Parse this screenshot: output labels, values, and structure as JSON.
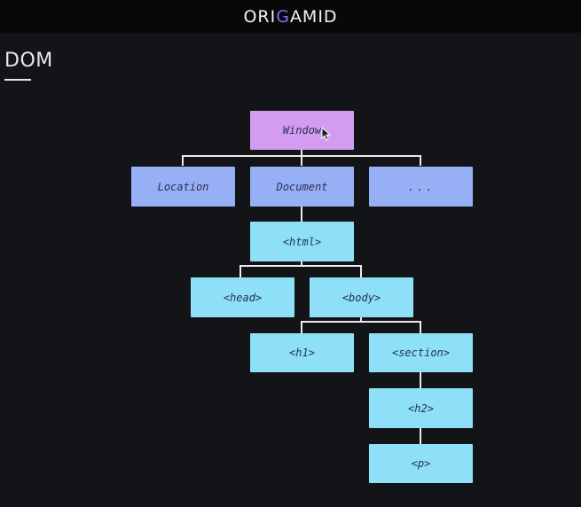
{
  "brand": {
    "logo_left": "ORI",
    "logo_accent": "G",
    "logo_right": "AMID",
    "accent_color": "#8b6cf0"
  },
  "heading": "DOM",
  "tree": {
    "window": "Window",
    "location": "Location",
    "document": "Document",
    "more": "...",
    "html": "<html>",
    "head": "<head>",
    "body": "<body>",
    "h1": "<h1>",
    "section": "<section>",
    "h2": "<h2>",
    "p": "<p>"
  },
  "colors": {
    "window_node": "#d49cf0",
    "browser_objects": "#97b0f5",
    "html_elements": "#8ee0f8",
    "connector": "#e9e9ee"
  }
}
